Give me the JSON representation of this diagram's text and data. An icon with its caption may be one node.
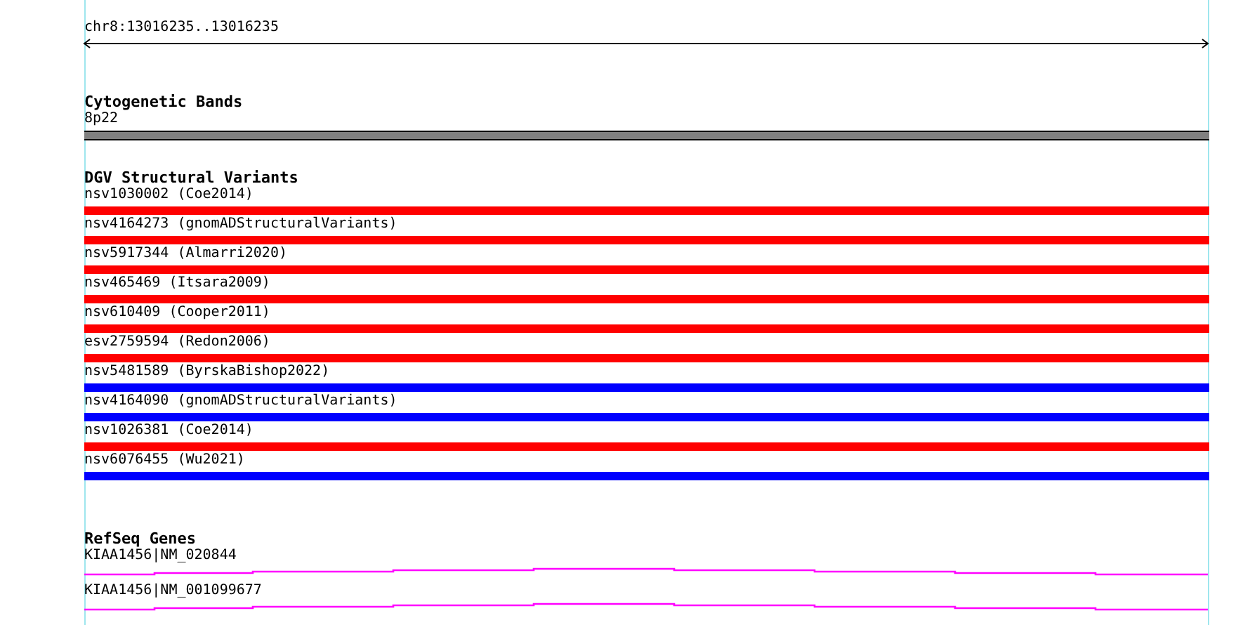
{
  "diagram": {
    "nodes": [
      {
        "text": [
          "8p22"
        ]
      },
      {
        "text": [
          "nsv1030002 (Coe2014)"
        ]
      },
      {
        "text": [
          "nsv4164273 (gnomADStructuralVariants)"
        ]
      },
      {
        "text": [
          "nsv5917344 (Almarri2020)"
        ]
      },
      {
        "text": [
          "nsv465469 (Itsara2009)"
        ]
      },
      {
        "text": [
          "nsv610409 (Cooper2011)"
        ]
      },
      {
        "text": [
          "esv2759594 (Redon2006)"
        ]
      },
      {
        "text": [
          "nsv5481589 (ByrskaBishop2022)"
        ]
      },
      {
        "text": [
          "nsv4164090 (gnomADStructuralVariants)"
        ]
      },
      {
        "text": [
          "nsv1026381 (Coe2014)"
        ]
      },
      {
        "text": [
          "nsv6076455 (Wu2021)"
        ]
      },
      {
        "text": [
          "KIAA1456|NM_020844"
        ]
      },
      {
        "text": [
          "KIAA1456|NM_001099677"
        ]
      }
    ],
    "labels": [
      "chr8:13016235..13016235",
      "Cytogenetic Bands",
      "DGV Structural Variants",
      "RefSeq Genes"
    ]
  }
}
